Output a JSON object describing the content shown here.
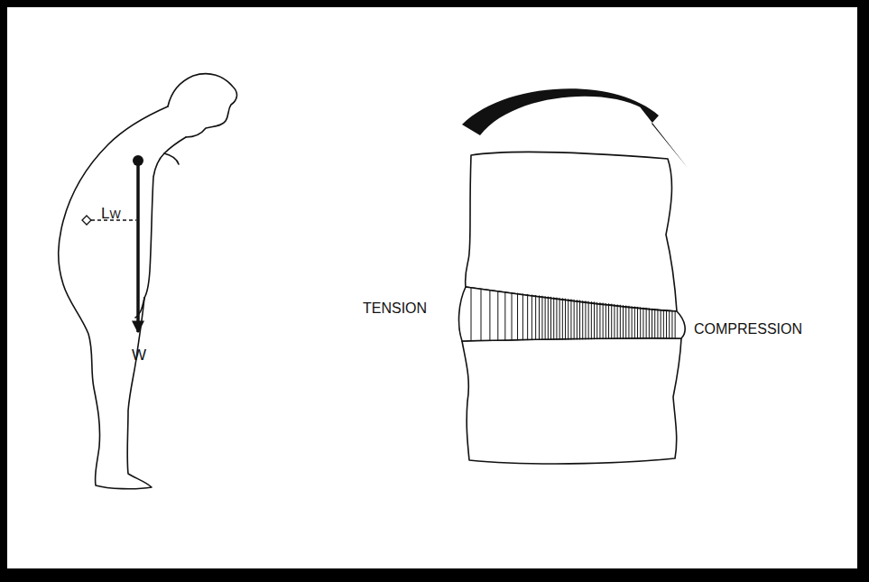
{
  "diagram": {
    "labels": [
      "LW",
      "W",
      "TENSION",
      "COMPRESSION"
    ]
  }
}
